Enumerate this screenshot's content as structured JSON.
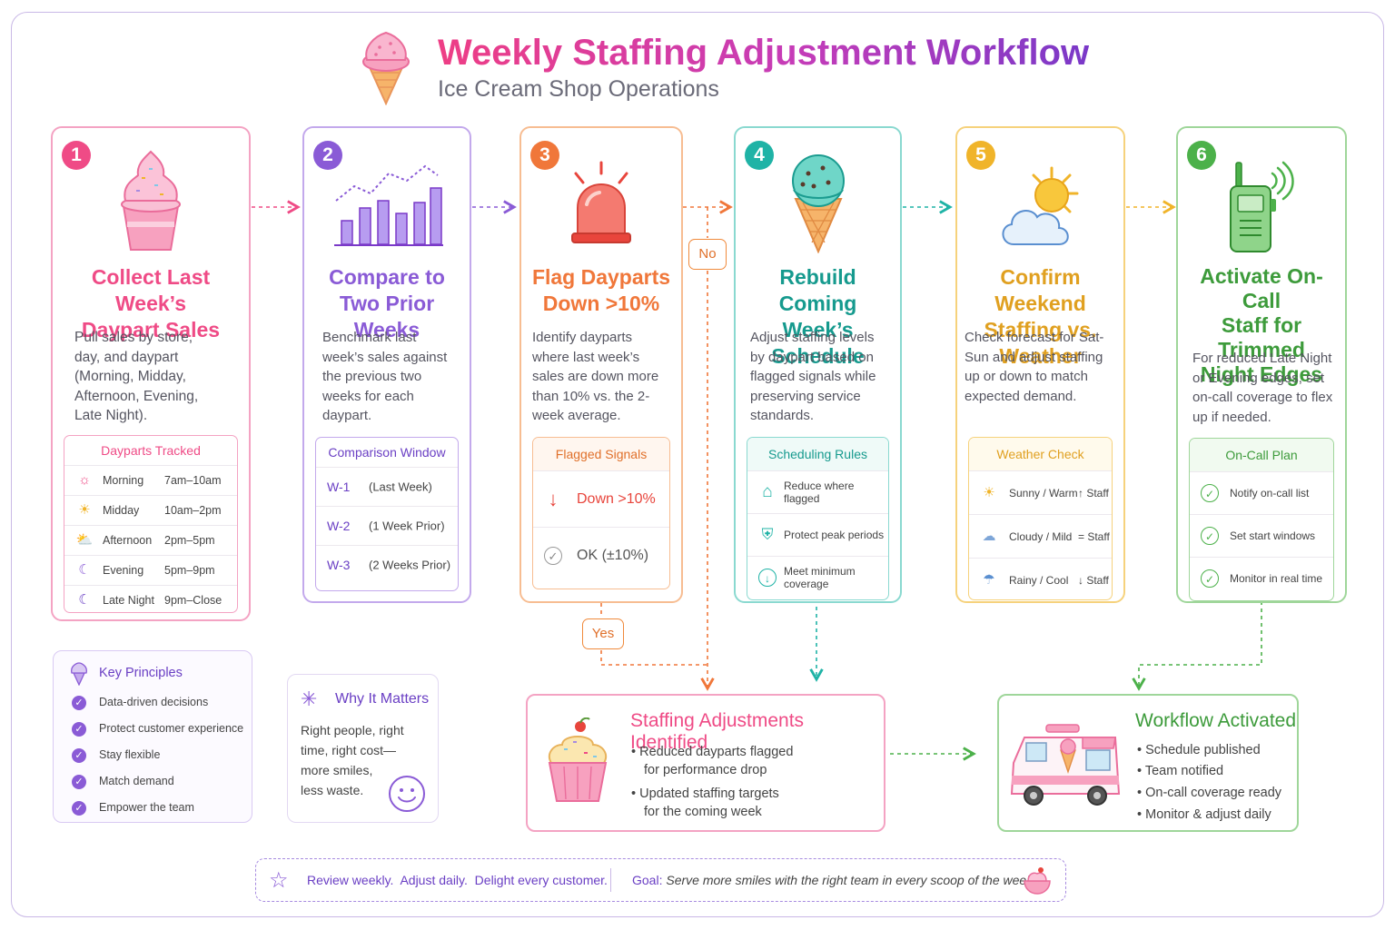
{
  "header": {
    "title": "Weekly Staffing Adjustment Workflow",
    "subtitle": "Ice Cream Shop Operations"
  },
  "colors": {
    "step1": "#ef4b86",
    "step2": "#8a5bd6",
    "step3": "#f0773a",
    "step4": "#1fb3a6",
    "step5": "#f0b42a",
    "step6": "#4cb14a"
  },
  "steps": [
    {
      "num": "1",
      "title_lines": [
        "Collect Last Week’s",
        "Daypart Sales"
      ],
      "desc": "Pull sales by store, day, and daypart (Morning, Midday, Afternoon, Evening, Late Night).",
      "panel": {
        "title": "Dayparts Tracked",
        "rows": [
          {
            "icon": "sunrise-icon",
            "glyph": "☼",
            "label": "Morning",
            "value": "7am–10am"
          },
          {
            "icon": "sun-icon",
            "glyph": "☀",
            "label": "Midday",
            "value": "10am–2pm"
          },
          {
            "icon": "partly-cloudy-icon",
            "glyph": "⛅",
            "label": "Afternoon",
            "value": "2pm–5pm"
          },
          {
            "icon": "moon-icon",
            "glyph": "☾",
            "label": "Evening",
            "value": "5pm–9pm"
          },
          {
            "icon": "moon-icon",
            "glyph": "☾",
            "label": "Late Night",
            "value": "9pm–Close"
          }
        ]
      }
    },
    {
      "num": "2",
      "title_lines": [
        "Compare to",
        "Two Prior Weeks"
      ],
      "desc": "Benchmark last week’s sales against the previous two weeks for each daypart.",
      "panel": {
        "title": "Comparison Window",
        "rows": [
          {
            "label": "W-1",
            "value": "(Last Week)"
          },
          {
            "label": "W-2",
            "value": "(1 Week Prior)"
          },
          {
            "label": "W-3",
            "value": "(2 Weeks Prior)"
          }
        ]
      }
    },
    {
      "num": "3",
      "title_lines": [
        "Flag Dayparts",
        "Down >10%"
      ],
      "desc": "Identify dayparts where last week’s sales are down more than 10% vs. the 2-week average.",
      "panel": {
        "title": "Flagged Signals",
        "rows": [
          {
            "icon": "down-arrow-icon",
            "glyph": "↓",
            "label": "Down >10%"
          },
          {
            "icon": "check-circle-icon",
            "glyph": "✓",
            "label": "OK (±10%)"
          }
        ]
      }
    },
    {
      "num": "4",
      "title_lines": [
        "Rebuild Coming",
        "Week’s Schedule"
      ],
      "desc": "Adjust staffing levels by daypart based on flagged signals while preserving service standards.",
      "panel": {
        "title": "Scheduling Rules",
        "rows": [
          {
            "icon": "home-arrow-icon",
            "glyph": "⌂",
            "label": "Reduce where flagged"
          },
          {
            "icon": "shield-icon",
            "glyph": "⛨",
            "label": "Protect peak periods"
          },
          {
            "icon": "down-circle-icon",
            "glyph": "↓",
            "label": "Meet minimum coverage"
          }
        ]
      }
    },
    {
      "num": "5",
      "title_lines": [
        "Confirm Weekend",
        "Staffing vs. Weather"
      ],
      "desc": "Check forecast for Sat-Sun and adjust staffing up or down to match expected demand.",
      "panel": {
        "title": "Weather Check",
        "rows": [
          {
            "icon": "sun-icon",
            "glyph": "☀",
            "label": "Sunny / Warm",
            "value": "↑ Staff"
          },
          {
            "icon": "cloud-icon",
            "glyph": "☁",
            "label": "Cloudy / Mild",
            "value": "= Staff"
          },
          {
            "icon": "rain-cloud-icon",
            "glyph": "☂",
            "label": "Rainy / Cool",
            "value": "↓ Staff"
          }
        ]
      }
    },
    {
      "num": "6",
      "title_lines": [
        "Activate On-Call",
        "Staff for Trimmed",
        "Night Edges"
      ],
      "desc": "For reduced Late Night or Evening edges, set on-call coverage to flex up if needed.",
      "panel": {
        "title": "On-Call Plan",
        "rows": [
          {
            "icon": "check-circle-icon",
            "glyph": "✓",
            "label": "Notify on-call list"
          },
          {
            "icon": "check-circle-icon",
            "glyph": "✓",
            "label": "Set start windows"
          },
          {
            "icon": "check-circle-icon",
            "glyph": "✓",
            "label": "Monitor in real time"
          }
        ]
      }
    }
  ],
  "branches": {
    "no": "No",
    "yes": "Yes"
  },
  "principles": {
    "title": "Key Principles",
    "items": [
      "Data-driven decisions",
      "Protect customer experience",
      "Stay flexible",
      "Match demand",
      "Empower the team"
    ]
  },
  "why": {
    "title": "Why It Matters",
    "lines": [
      "Right people, right",
      "time, right cost—",
      "more smiles,",
      "less waste."
    ]
  },
  "identified": {
    "title": "Staffing Adjustments Identified",
    "bullets": [
      [
        "Reduced dayparts flagged",
        "for performance drop"
      ],
      [
        "Updated staffing targets",
        "for the coming week"
      ]
    ]
  },
  "activated": {
    "title": "Workflow Activated",
    "bullets": [
      "Schedule published",
      "Team notified",
      "On-call coverage ready",
      "Monitor & adjust daily"
    ]
  },
  "footer": {
    "left": "Review weekly.  Adjust daily.  Delight every customer.",
    "goal_label": "Goal:",
    "goal_text": "Serve more smiles with the right team in every scoop of the week."
  }
}
